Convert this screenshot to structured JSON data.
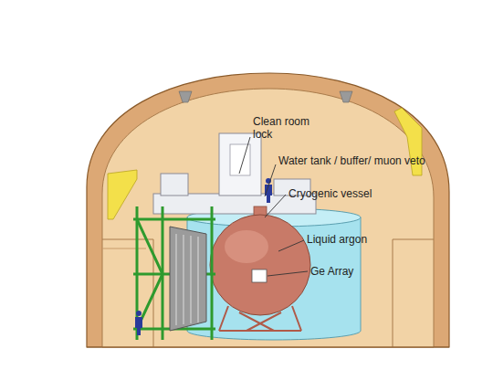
{
  "diagram": {
    "labels": [
      "Clean room lock",
      "Water tank / buffer/ muon veto",
      "Cryogenic vessel",
      "Liquid argon",
      "Ge Array"
    ]
  }
}
